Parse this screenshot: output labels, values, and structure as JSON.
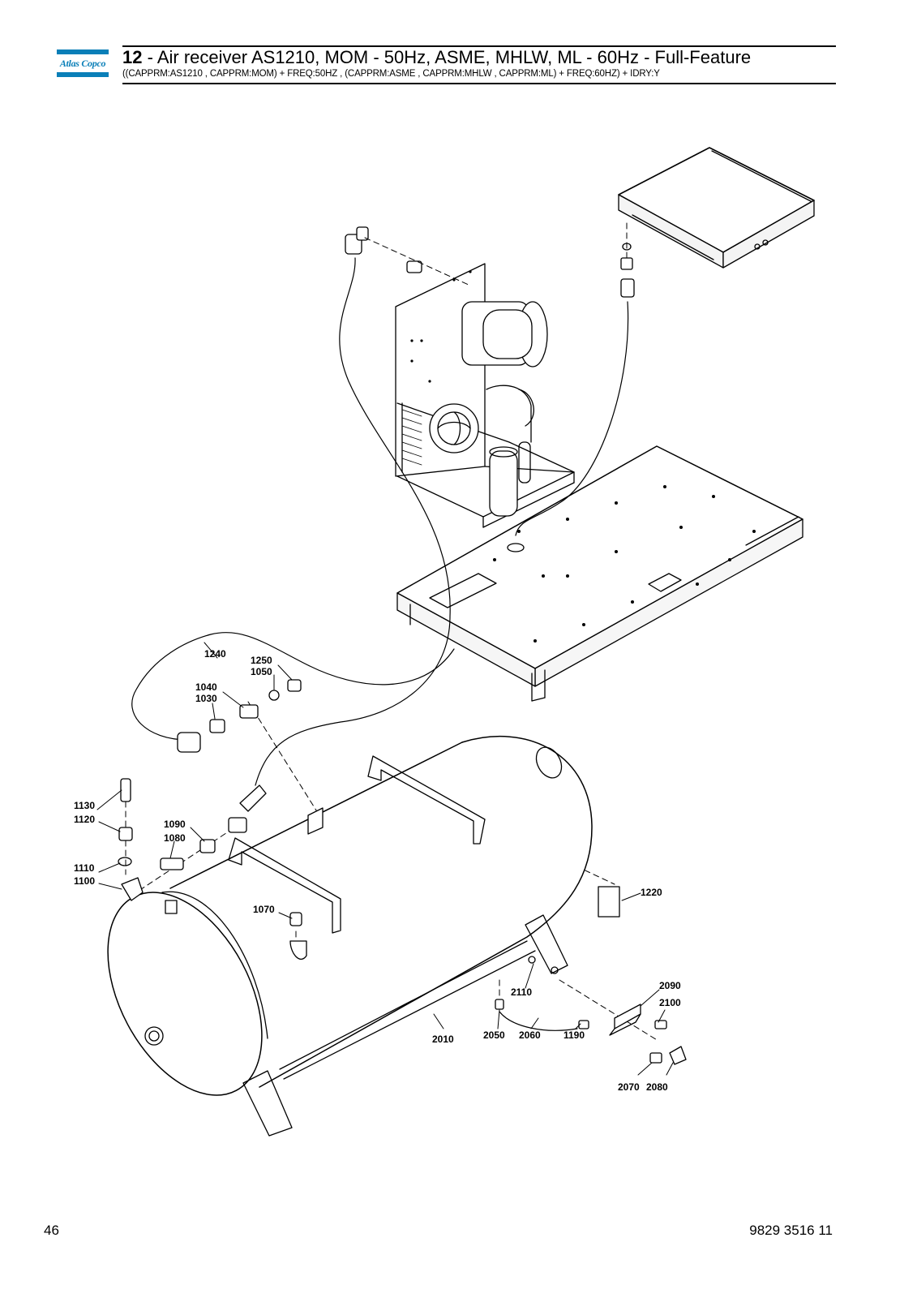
{
  "header": {
    "logo_text": "Atlas Copco",
    "brand_color": "#0a7fb8",
    "section_number": "12",
    "title": " - Air receiver AS1210, MOM - 50Hz, ASME, MHLW, ML - 60Hz - Full-Feature",
    "condition": "((CAPPRM:AS1210 , CAPPRM:MOM) + FREQ:50HZ , (CAPPRM:ASME , CAPPRM:MHLW , CAPPRM:ML) + FREQ:60HZ) + IDRY:Y"
  },
  "callouts": {
    "c1240": "1240",
    "c1250": "1250",
    "c1050": "1050",
    "c1040": "1040",
    "c1030": "1030",
    "c1130": "1130",
    "c1120": "1120",
    "c1090": "1090",
    "c1080": "1080",
    "c1110": "1110",
    "c1100": "1100",
    "c1070": "1070",
    "c1220": "1220",
    "c2090": "2090",
    "c2100": "2100",
    "c2110": "2110",
    "c2010": "2010",
    "c2050": "2050",
    "c2060": "2060",
    "c1190": "1190",
    "c2070": "2070",
    "c2080": "2080"
  },
  "footer": {
    "page_number": "46",
    "document_number": "9829 3516 11"
  }
}
